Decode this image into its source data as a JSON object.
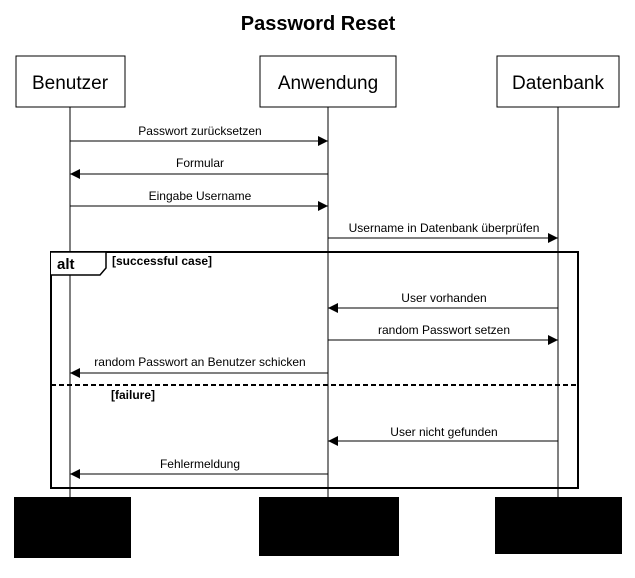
{
  "diagram": {
    "title": "Password Reset",
    "actors": [
      {
        "id": "benutzer",
        "label": "Benutzer"
      },
      {
        "id": "anwendung",
        "label": "Anwendung"
      },
      {
        "id": "datenbank",
        "label": "Datenbank"
      }
    ],
    "messages": [
      {
        "id": "m1",
        "from": "benutzer",
        "to": "anwendung",
        "label": "Passwort zurücksetzen"
      },
      {
        "id": "m2",
        "from": "anwendung",
        "to": "benutzer",
        "label": "Formular"
      },
      {
        "id": "m3",
        "from": "benutzer",
        "to": "anwendung",
        "label": "Eingabe Username"
      },
      {
        "id": "m4",
        "from": "anwendung",
        "to": "datenbank",
        "label": "Username in Datenbank überprüfen"
      },
      {
        "id": "m5",
        "from": "datenbank",
        "to": "anwendung",
        "label": "User vorhanden"
      },
      {
        "id": "m6",
        "from": "anwendung",
        "to": "datenbank",
        "label": "random Passwort setzen"
      },
      {
        "id": "m7",
        "from": "anwendung",
        "to": "benutzer",
        "label": "random Passwort an Benutzer schicken"
      },
      {
        "id": "m8",
        "from": "datenbank",
        "to": "anwendung",
        "label": "User nicht gefunden"
      },
      {
        "id": "m9",
        "from": "anwendung",
        "to": "benutzer",
        "label": "Fehlermeldung"
      }
    ],
    "fragment": {
      "operator": "alt",
      "guards": [
        "[successful case]",
        "[failure]"
      ]
    }
  }
}
